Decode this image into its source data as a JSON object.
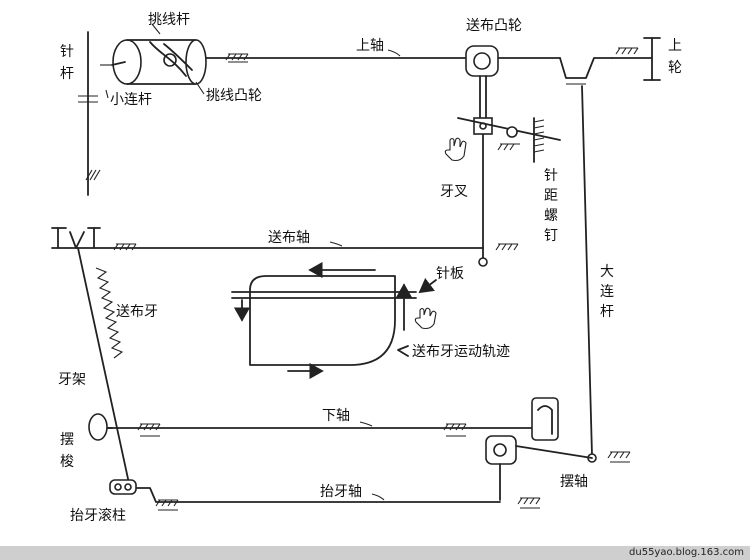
{
  "labels": {
    "needle_bar": "针杆",
    "thread_take_up_lever": "挑线杆",
    "small_connecting_rod": "小连杆",
    "thread_take_up_cam": "挑线凸轮",
    "upper_shaft": "上轴",
    "feed_cam": "送布凸轮",
    "upper_wheel": "上轮",
    "feed_fork": "牙叉",
    "stitch_length_screw": "针距螺钉",
    "feed_shaft": "送布轴",
    "big_connecting_rod": "大连杆",
    "needle_plate": "针板",
    "feed_dog": "送布牙",
    "feed_dog_motion_path": "送布牙运动轨迹",
    "feed_bar": "牙架",
    "lower_shaft": "下轴",
    "shuttle": "摆梭",
    "rock_shaft": "摆轴",
    "lift_shaft": "抬牙轴",
    "lift_roller": "抬牙滚柱"
  },
  "footer": {
    "watermark": "du55yao.blog.163.com"
  },
  "colors": {
    "line": "#222222",
    "background": "#ffffff",
    "footer": "#cfcfcf"
  }
}
